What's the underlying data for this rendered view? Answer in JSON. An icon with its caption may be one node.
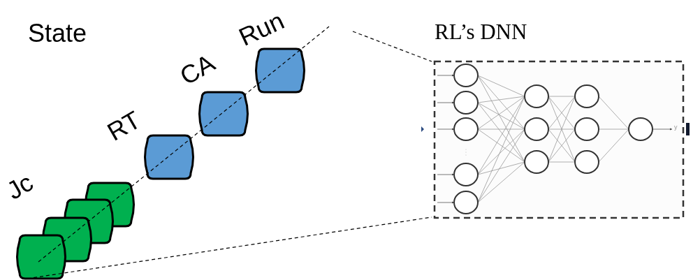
{
  "diagram": {
    "nodes": [
      {
        "text": [],
        "shape": "cylinder",
        "beside": [
          "Jc"
        ]
      },
      {
        "text": [],
        "shape": "cylinder"
      },
      {
        "text": [],
        "shape": "cylinder"
      },
      {
        "text": [],
        "shape": "cylinder"
      },
      {
        "text": [],
        "shape": "cylinder",
        "beside": [
          "RT"
        ]
      },
      {
        "text": [],
        "shape": "cylinder",
        "beside": [
          "CA"
        ]
      },
      {
        "text": [],
        "shape": "cylinder",
        "beside": [
          "Run"
        ]
      },
      {
        "text": [
          "RL’s DNN"
        ]
      }
    ],
    "edges": [
      {
        "from": null,
        "to": 7,
        "arrow": "none",
        "style": "dashed"
      },
      {
        "from": 0,
        "to": 7,
        "arrow": "none",
        "style": "dashed"
      }
    ],
    "labels": [
      "State",
      "y"
    ]
  }
}
